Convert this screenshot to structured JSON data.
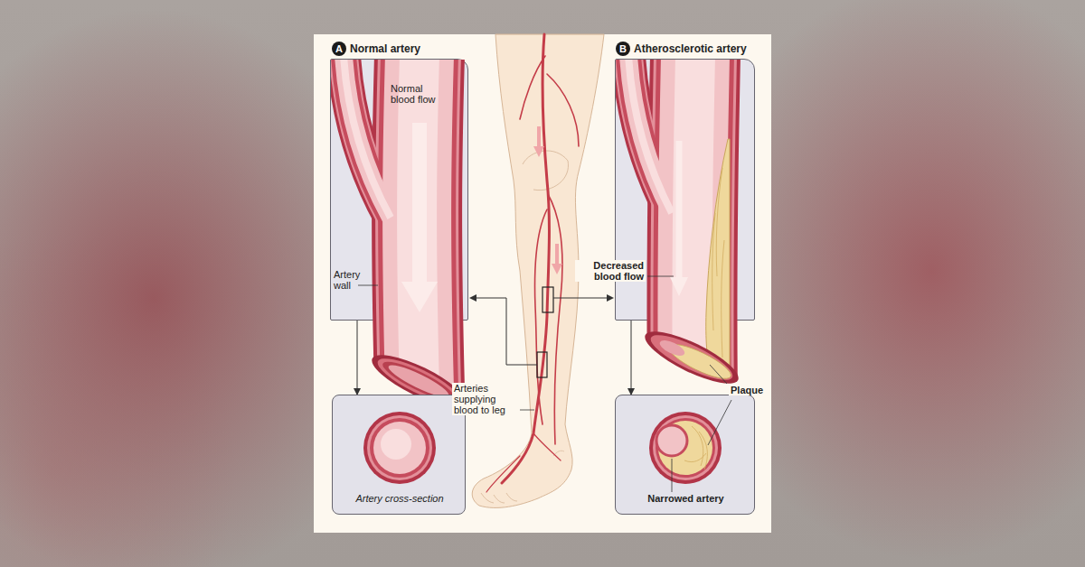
{
  "diagram": {
    "nodes": [
      {
        "text": [
          "A"
        ]
      },
      {
        "text": [
          "Normal artery",
          "Normal blood flow",
          "Artery wall"
        ]
      },
      {
        "text": [
          "Artery cross-section"
        ]
      },
      {
        "text": [
          "B"
        ]
      },
      {
        "text": [
          "Atherosclerotic artery"
        ]
      },
      {
        "text": [
          "Narrowed artery"
        ]
      }
    ],
    "edges": [
      {
        "from": 1,
        "to": 2,
        "arrow": "to"
      },
      {
        "from": 4,
        "to": 5,
        "arrow": "to"
      }
    ],
    "labels": [
      "Decreased blood flow",
      "Arteries supplying blood to leg",
      "Plaque"
    ]
  }
}
